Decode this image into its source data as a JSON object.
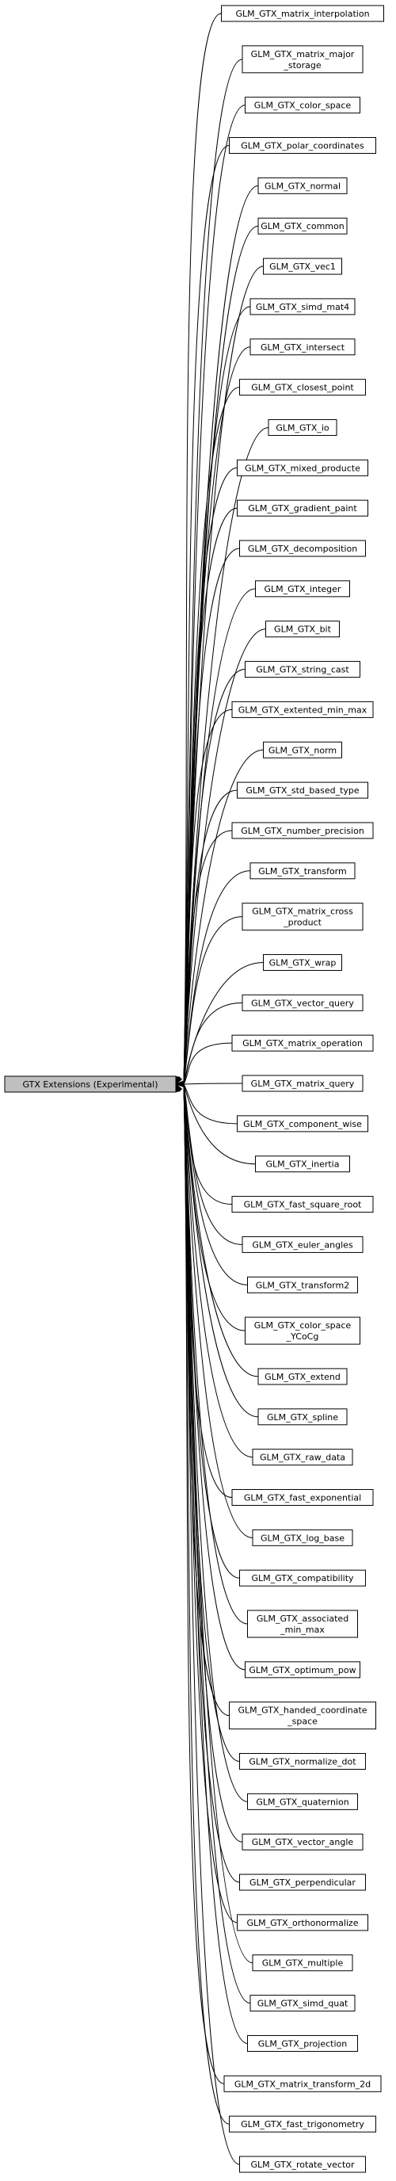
{
  "colors": {
    "root_fill": "#bfbfbf",
    "node_fill": "#ffffff",
    "stroke": "#000000"
  },
  "root": {
    "label": "GTX Extensions (Experimental)"
  },
  "modules": [
    {
      "lines": [
        "GLM_GTX_matrix_interpolation"
      ]
    },
    {
      "lines": [
        "GLM_GTX_matrix_major",
        "_storage"
      ]
    },
    {
      "lines": [
        "GLM_GTX_color_space"
      ]
    },
    {
      "lines": [
        "GLM_GTX_polar_coordinates"
      ]
    },
    {
      "lines": [
        "GLM_GTX_normal"
      ]
    },
    {
      "lines": [
        "GLM_GTX_common"
      ]
    },
    {
      "lines": [
        "GLM_GTX_vec1"
      ]
    },
    {
      "lines": [
        "GLM_GTX_simd_mat4"
      ]
    },
    {
      "lines": [
        "GLM_GTX_intersect"
      ]
    },
    {
      "lines": [
        "GLM_GTX_closest_point"
      ]
    },
    {
      "lines": [
        "GLM_GTX_io"
      ]
    },
    {
      "lines": [
        "GLM_GTX_mixed_producte"
      ]
    },
    {
      "lines": [
        "GLM_GTX_gradient_paint"
      ]
    },
    {
      "lines": [
        "GLM_GTX_decomposition"
      ]
    },
    {
      "lines": [
        "GLM_GTX_integer"
      ]
    },
    {
      "lines": [
        "GLM_GTX_bit"
      ]
    },
    {
      "lines": [
        "GLM_GTX_string_cast"
      ]
    },
    {
      "lines": [
        "GLM_GTX_extented_min_max"
      ]
    },
    {
      "lines": [
        "GLM_GTX_norm"
      ]
    },
    {
      "lines": [
        "GLM_GTX_std_based_type"
      ]
    },
    {
      "lines": [
        "GLM_GTX_number_precision"
      ]
    },
    {
      "lines": [
        "GLM_GTX_transform"
      ]
    },
    {
      "lines": [
        "GLM_GTX_matrix_cross",
        "_product"
      ]
    },
    {
      "lines": [
        "GLM_GTX_wrap"
      ]
    },
    {
      "lines": [
        "GLM_GTX_vector_query"
      ]
    },
    {
      "lines": [
        "GLM_GTX_matrix_operation"
      ]
    },
    {
      "lines": [
        "GLM_GTX_matrix_query"
      ]
    },
    {
      "lines": [
        "GLM_GTX_component_wise"
      ]
    },
    {
      "lines": [
        "GLM_GTX_inertia"
      ]
    },
    {
      "lines": [
        "GLM_GTX_fast_square_root"
      ]
    },
    {
      "lines": [
        "GLM_GTX_euler_angles"
      ]
    },
    {
      "lines": [
        "GLM_GTX_transform2"
      ]
    },
    {
      "lines": [
        "GLM_GTX_color_space",
        "_YCoCg"
      ]
    },
    {
      "lines": [
        "GLM_GTX_extend"
      ]
    },
    {
      "lines": [
        "GLM_GTX_spline"
      ]
    },
    {
      "lines": [
        "GLM_GTX_raw_data"
      ]
    },
    {
      "lines": [
        "GLM_GTX_fast_exponential"
      ]
    },
    {
      "lines": [
        "GLM_GTX_log_base"
      ]
    },
    {
      "lines": [
        "GLM_GTX_compatibility"
      ]
    },
    {
      "lines": [
        "GLM_GTX_associated",
        "_min_max"
      ]
    },
    {
      "lines": [
        "GLM_GTX_optimum_pow"
      ]
    },
    {
      "lines": [
        "GLM_GTX_handed_coordinate",
        "_space"
      ]
    },
    {
      "lines": [
        "GLM_GTX_normalize_dot"
      ]
    },
    {
      "lines": [
        "GLM_GTX_quaternion"
      ]
    },
    {
      "lines": [
        "GLM_GTX_vector_angle"
      ]
    },
    {
      "lines": [
        "GLM_GTX_perpendicular"
      ]
    },
    {
      "lines": [
        "GLM_GTX_orthonormalize"
      ]
    },
    {
      "lines": [
        "GLM_GTX_multiple"
      ]
    },
    {
      "lines": [
        "GLM_GTX_simd_quat"
      ]
    },
    {
      "lines": [
        "GLM_GTX_projection"
      ]
    },
    {
      "lines": [
        "GLM_GTX_matrix_transform_2d"
      ]
    },
    {
      "lines": [
        "GLM_GTX_fast_trigonometry"
      ]
    },
    {
      "lines": [
        "GLM_GTX_rotate_vector"
      ]
    }
  ]
}
